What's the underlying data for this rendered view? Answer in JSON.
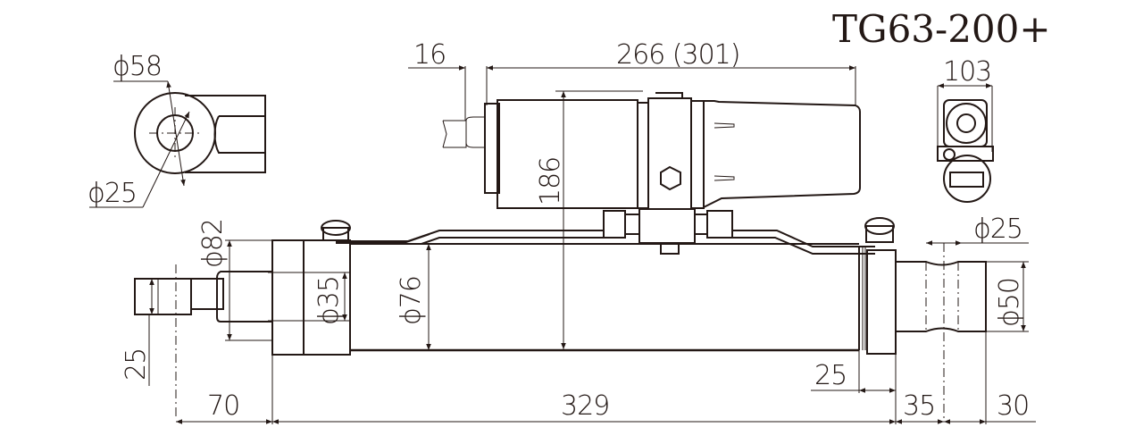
{
  "title": "TG63-200+",
  "colors": {
    "line": "#231815",
    "background": "#ffffff"
  },
  "end_view": {
    "outer_diameter": "ϕ58",
    "hole_diameter": "ϕ25"
  },
  "motor": {
    "cable_offset": "16",
    "length": "266 (301)",
    "height": "186",
    "side_width": "103"
  },
  "cylinder": {
    "rod_end_flange_diameter": "ϕ82",
    "rod_diameter": "ϕ35",
    "barrel_diameter": "ϕ76",
    "rod_clevis_width": "25",
    "rod_extension": "70",
    "body_length": "329",
    "end_cap_length": "25",
    "clevis_to_pin": "35",
    "pin_to_end": "30",
    "pin_diameter": "ϕ25",
    "clevis_diameter": "ϕ50"
  }
}
